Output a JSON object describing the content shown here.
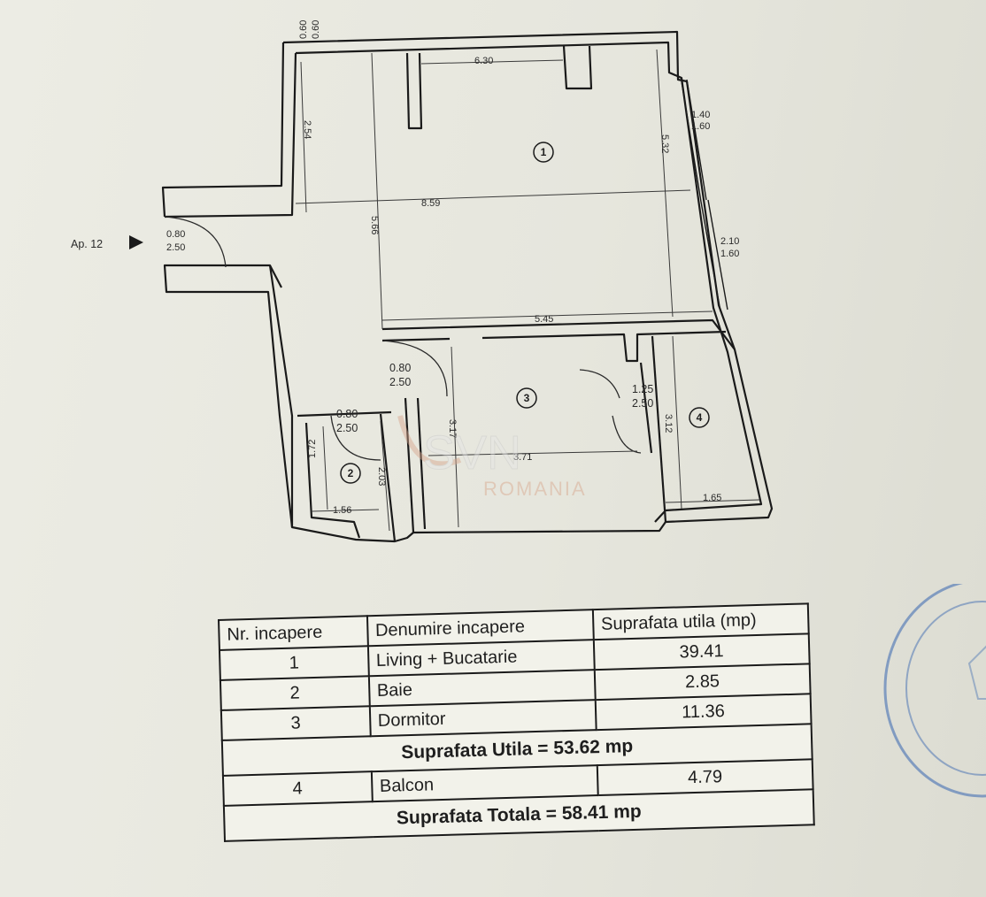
{
  "plan": {
    "entrance_label": "Ap. 12",
    "room_markers": [
      "1",
      "2",
      "3",
      "4"
    ],
    "dimensions": {
      "top_wall": "0.60",
      "top_wall_2": "0.60",
      "room1_width": "6.30",
      "room1_depth": "5.32",
      "window1_top": "1.40",
      "window1_bottom": "1.60",
      "window2_top": "2.10",
      "window2_bottom": "1.60",
      "hall_length": "2.54",
      "room1_full_width": "8.59",
      "room1_height": "5.66",
      "entrance_door_top": "0.80",
      "entrance_door_bottom": "2.50",
      "room1_partition": "5.45",
      "door3_top": "0.80",
      "door3_bottom": "2.50",
      "door2_top": "0.80",
      "door2_bottom": "2.50",
      "door4_top": "1.25",
      "door4_bottom": "2.50",
      "room3_depth": "3.17",
      "room3_width": "3.71",
      "room4_depth": "3.12",
      "room4_width": "1.65",
      "room2_depth": "1.72",
      "room2_depth_2": "2.03",
      "room2_width": "1.56"
    }
  },
  "watermark": {
    "logo": "SVN",
    "subtitle": "ROMANIA"
  },
  "table": {
    "headers": [
      "Nr. incapere",
      "Denumire incapere",
      "Suprafata utila (mp)"
    ],
    "rows": [
      {
        "nr": "1",
        "name": "Living + Bucatarie",
        "area": "39.41"
      },
      {
        "nr": "2",
        "name": "Baie",
        "area": "2.85"
      },
      {
        "nr": "3",
        "name": "Dormitor",
        "area": "11.36"
      }
    ],
    "subtotal": "Suprafata Utila = 53.62 mp",
    "balcony": {
      "nr": "4",
      "name": "Balcon",
      "area": "4.79"
    },
    "total": "Suprafata Totala = 58.41 mp"
  },
  "colors": {
    "paper": "#e9e9e1",
    "ink": "#1e1e1e",
    "stamp": "#5a7fb8",
    "watermark": "#d7a48a"
  }
}
